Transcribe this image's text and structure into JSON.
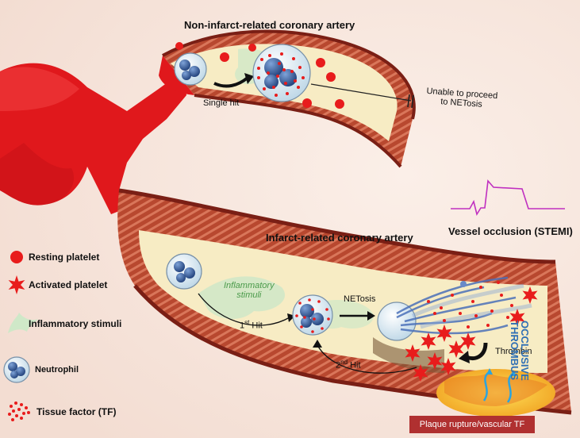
{
  "labels": {
    "top_artery": "Non-infarct-related coronary artery",
    "bottom_artery": "Infarct-related coronary artery",
    "single_hit": "Single hit",
    "unable_line1": "Unable to proceed",
    "unable_line2": "to NETosis",
    "vessel_occlusion": "Vessel occlusion (STEMI)",
    "inflammatory_line1": "Inflammatory",
    "inflammatory_line2": "stimuli",
    "first_hit_num": "1",
    "first_hit_sup": "st",
    "first_hit_word": "Hit",
    "second_hit_num": "2",
    "second_hit_sup": "nd",
    "second_hit_word": "Hit",
    "netosis": "NETosis",
    "thrombin": "Thrombin",
    "occlusive_line1": "OCCLUSIVE",
    "occlusive_line2": "THROMBUS",
    "plaque": "Plaque rupture/vascular TF"
  },
  "legend": [
    {
      "icon": "resting-platelet-icon",
      "label": "Resting platelet"
    },
    {
      "icon": "activated-platelet-icon",
      "label": "Activated platelet"
    },
    {
      "icon": "inflammatory-stimuli-icon",
      "label": "Inflammatory stimuli"
    },
    {
      "icon": "neutrophil-icon",
      "label": "Neutrophil"
    },
    {
      "icon": "tissue-factor-icon",
      "label": "Tissue factor (TF)"
    }
  ],
  "colors": {
    "artery_red": "#e0181c",
    "lumen": "#f7ecc4",
    "platelet": "#e81c1c",
    "neutrophil_blue": "#3a5fa0",
    "ecg": "#c030c0",
    "occlusive_text": "#2f6fb4",
    "plaque_label_bg": "#b03030",
    "stimuli_green": "#cfe8c8"
  }
}
